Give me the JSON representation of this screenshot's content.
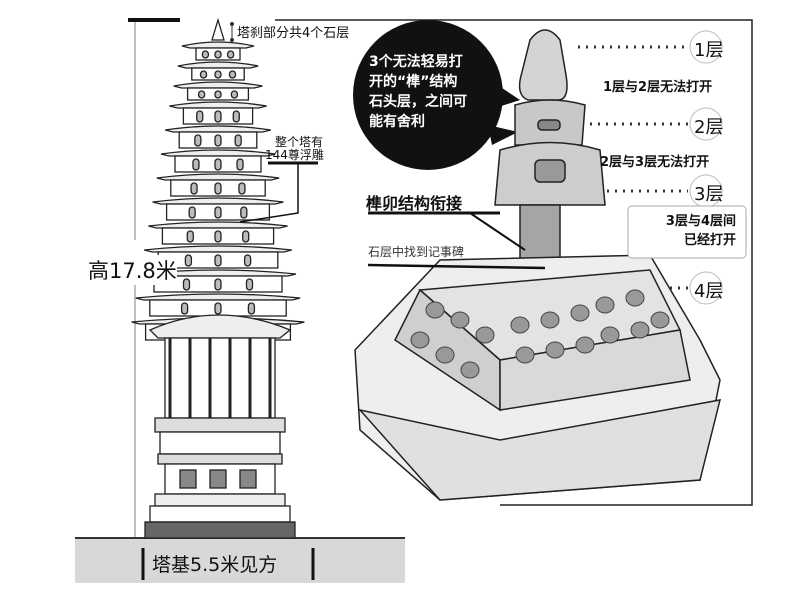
{
  "labels": {
    "spire_layers": "塔刹部分共4个石层",
    "reliefs_line1": "整个塔有",
    "reliefs_line2": "144尊浮雕",
    "height": "高17.8米",
    "base": "塔基5.5米见方",
    "bubble_line1": "3个无法轻易打",
    "bubble_line2": "开的“榫”结构",
    "bubble_line3": "石头层，之间可",
    "bubble_line4": "能有舍利",
    "mortise": "榫卯结构衔接",
    "tablet": "石层中找到记事碑",
    "layer1": "1层",
    "layer2": "2层",
    "layer3": "3层",
    "layer4": "4层",
    "note12": "1层与2层无法打开",
    "note23": "2层与3层无法打开",
    "note34_line1": "3层与4层间",
    "note34_line2": "已经打开"
  }
}
